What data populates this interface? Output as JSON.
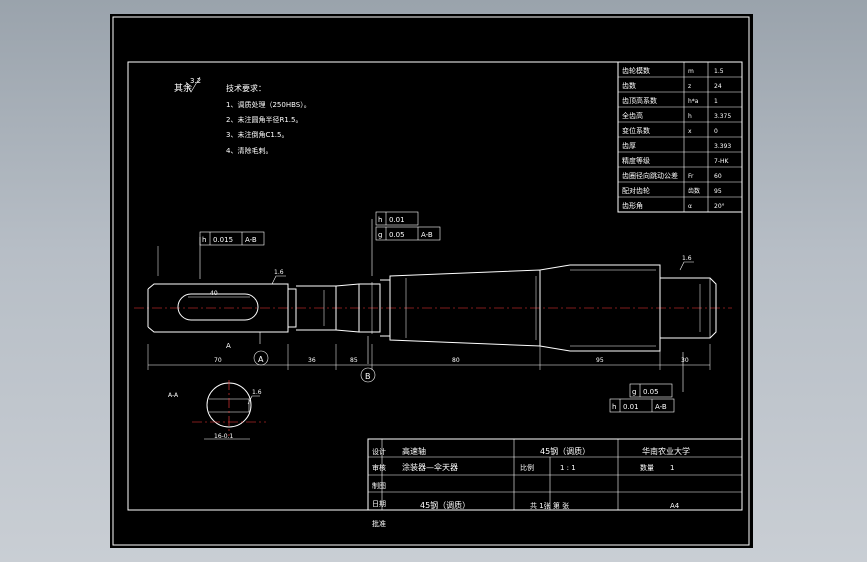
{
  "drawing": {
    "roughness_note": {
      "label": "其余",
      "value": "3.2"
    },
    "tech_requirements": {
      "title": "技术要求：",
      "items": [
        "1、调质处理（250HBS）。",
        "2、未注圆角半径R1.5。",
        "3、未注倒角C1.5。",
        "4、清除毛刺。"
      ]
    },
    "param_table": [
      [
        "齿轮模数",
        "m",
        "1.5"
      ],
      [
        "齿数",
        "z",
        "24"
      ],
      [
        "齿顶高系数",
        "h*a",
        "1"
      ],
      [
        "全齿高",
        "h",
        "3.375"
      ],
      [
        "变位系数",
        "x",
        "0"
      ],
      [
        "齿厚",
        "",
        "3.393"
      ],
      [
        "精度等级",
        "",
        "7-HK"
      ],
      [
        "齿圈径向跳动公差",
        "Fr",
        "60"
      ],
      [
        "配对齿轮",
        "齿数",
        "95"
      ],
      [
        "齿形角",
        "α",
        "20°"
      ]
    ],
    "tolerance_frames": [
      {
        "symbol": "h",
        "value": "0.015",
        "datum": "A-B"
      },
      {
        "symbol": "h",
        "value": "0.01",
        "datum": ""
      },
      {
        "symbol": "g",
        "value": "0.05",
        "datum": "A-B"
      },
      {
        "symbol": "g",
        "value": "0.05",
        "datum": ""
      },
      {
        "symbol": "h",
        "value": "0.01",
        "datum": "A-B"
      }
    ],
    "datum_labels": [
      "A",
      "B"
    ],
    "surface_marks": [
      "1.6",
      "1.6",
      "1.6"
    ],
    "dimensions": {
      "key_len": "40",
      "bottom": [
        "70",
        "36",
        "85",
        "80",
        "95",
        "30"
      ],
      "section": "16-0.1",
      "section_label": "A-A",
      "datum_a_text": "A"
    },
    "title_block": {
      "name": "高速轴",
      "subtitle": "涂装器—伞天器",
      "material": "45钢（调质）",
      "school": "华南农业大学",
      "scale_label": "比例",
      "scale": "1 : 1",
      "sheet_label": "数量",
      "sheet": "1",
      "pages": "共 1张  第 张",
      "size": "A4",
      "row_labels": [
        "设计",
        "审核",
        "制图",
        "日期",
        "批准"
      ],
      "model_label": "45钢（调质）"
    }
  }
}
